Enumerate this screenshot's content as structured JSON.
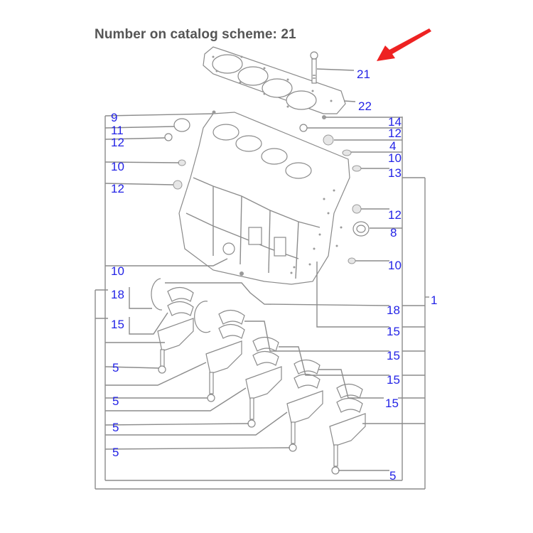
{
  "header": {
    "title": "Number on catalog scheme: 21"
  },
  "highlight": {
    "arrow_color": "#ee2222",
    "target_part": "21"
  },
  "colors": {
    "label": "#2323e6",
    "title": "#555555",
    "lines": "#8c8c8c"
  },
  "callouts": {
    "top": [
      {
        "id": "21",
        "label": "21"
      },
      {
        "id": "22",
        "label": "22"
      }
    ],
    "left": [
      {
        "label": "9"
      },
      {
        "label": "11"
      },
      {
        "label": "12"
      },
      {
        "label": "10"
      },
      {
        "label": "12"
      },
      {
        "label": "10"
      },
      {
        "label": "18"
      },
      {
        "label": "15"
      },
      {
        "label": "5"
      },
      {
        "label": "5"
      },
      {
        "label": "5"
      },
      {
        "label": "5"
      }
    ],
    "right": [
      {
        "label": "14"
      },
      {
        "label": "12"
      },
      {
        "label": "4"
      },
      {
        "label": "10"
      },
      {
        "label": "13"
      },
      {
        "label": "12"
      },
      {
        "label": "8"
      },
      {
        "label": "10"
      },
      {
        "label": "18"
      },
      {
        "label": "15"
      },
      {
        "label": "15"
      },
      {
        "label": "15"
      },
      {
        "label": "15"
      },
      {
        "label": "5"
      }
    ],
    "assembly": {
      "label": "1"
    }
  }
}
